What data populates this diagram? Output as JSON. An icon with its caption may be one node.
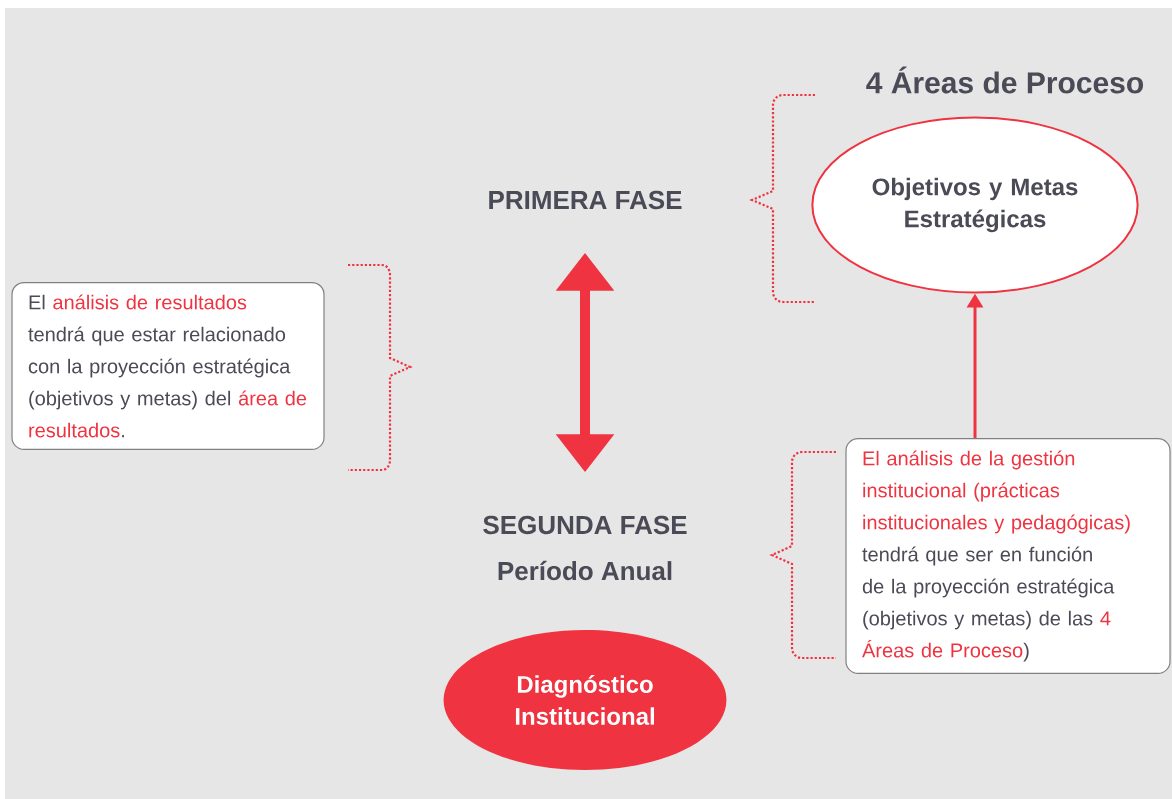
{
  "diagram": {
    "nodes": [
      {
        "text": [
          "PRIMERA FASE"
        ]
      },
      {
        "text": [
          "SEGUNDA FASE",
          "Período Anual"
        ]
      },
      {
        "text": [
          "Diagnóstico Institucional"
        ]
      },
      {
        "text": [
          "Objetivos y Metas Estratégicas"
        ]
      },
      {
        "text": [
          "El **análisis de resultados** tendrá que estar relacionado con la proyección estratégica (objetivos y metas) del **área de resultados**."
        ]
      },
      {
        "text": [
          "**El análisis de la gestión institucional (prácticas institucionales y pedagógicas)** tendrá que ser en función de la proyección estratégica (objetivos y metas) de las **4 Áreas de Proceso**)"
        ]
      }
    ],
    "edges": [
      {
        "from": 0,
        "to": 1,
        "arrow": "both",
        "style": "thick"
      },
      {
        "from": 5,
        "to": 3,
        "arrow": "to"
      }
    ],
    "labels": [
      "4 Áreas de Proceso"
    ]
  }
}
